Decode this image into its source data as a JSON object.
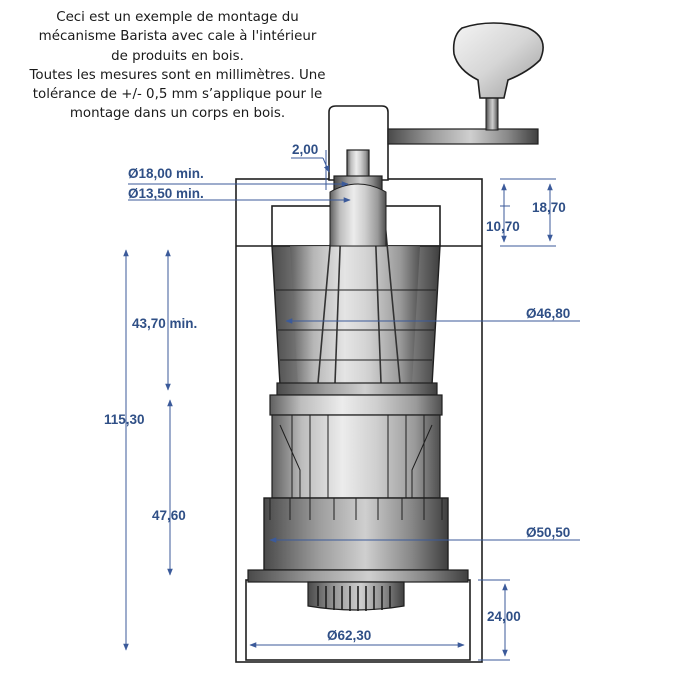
{
  "intro_lines": [
    "Ceci est un exemple de montage du",
    "mécanisme Barista avec cale à l'intérieur",
    "de produits en bois.",
    "Toutes les mesures sont en millimètres. Une",
    "tolérance de +/- 0,5 mm s’applique pour le",
    "montage dans un corps en bois."
  ],
  "dimensions": {
    "shaft_offset": "2,00",
    "outer_diameter_top": "Ø18,00 min.",
    "inner_diameter_top": "Ø13,50 min.",
    "cap_height": "18,70",
    "recess_height": "10,70",
    "hopper_height": "43,70 min.",
    "hopper_diameter": "Ø46,80",
    "total_height": "115,30",
    "burr_height": "47,60",
    "burr_diameter": "Ø50,50",
    "base_height": "24,00",
    "base_diameter": "Ø62,30"
  },
  "colors": {
    "dimension_text": "#2f4f86",
    "dimension_line": "#3b5a9a",
    "outline": "#1f1f1f",
    "metal_light": "#d9d9d9",
    "metal_dark": "#6e6e6e"
  }
}
